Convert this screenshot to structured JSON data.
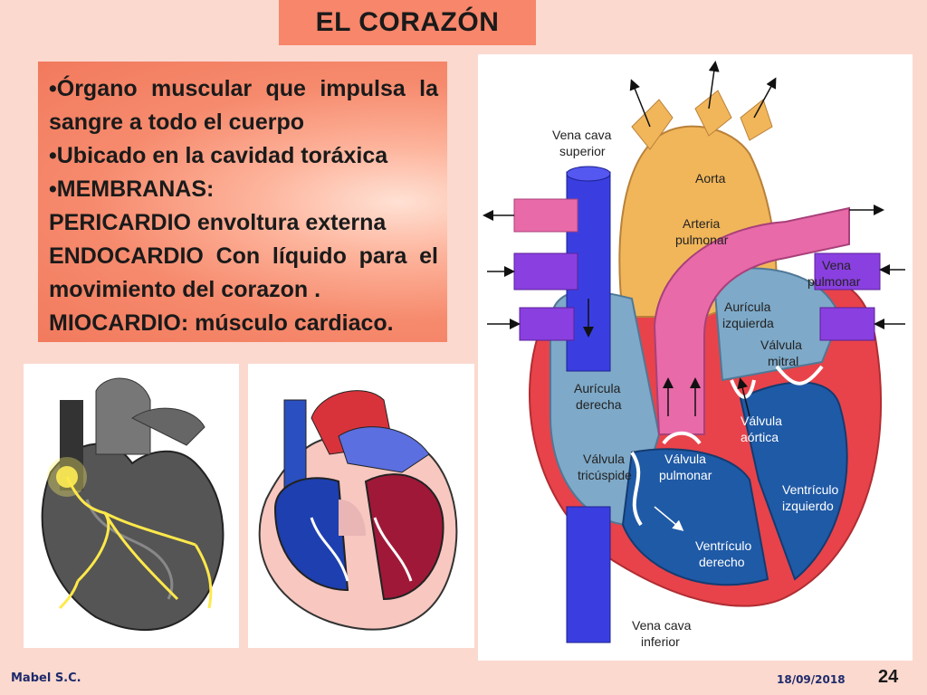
{
  "slide": {
    "title": "EL CORAZÓN",
    "bullets": [
      "•Órgano muscular que impulsa la",
      "sangre a todo el cuerpo",
      "•Ubicado en la cavidad toráxica",
      "•MEMBRANAS:",
      "PERICARDIO envoltura externa",
      "ENDOCARDIO Con  líquido para el",
      "movimiento del corazon .",
      "MIOCARDIO: músculo cardiaco."
    ],
    "footer": {
      "author": "Mabel S.C.",
      "date": "18/09/2018",
      "page": "24"
    }
  },
  "diagram": {
    "labels": {
      "vena_cava_superior_1": "Vena cava",
      "vena_cava_superior_2": "superior",
      "aorta": "Aorta",
      "arteria_pulmonar_1": "Arteria",
      "arteria_pulmonar_2": "pulmonar",
      "vena_pulmonar_1": "Vena",
      "vena_pulmonar_2": "pulmonar",
      "auricula_izquierda_1": "Aurícula",
      "auricula_izquierda_2": "izquierda",
      "valvula_mitral_1": "Válvula",
      "valvula_mitral_2": "mitral",
      "auricula_derecha_1": "Aurícula",
      "auricula_derecha_2": "derecha",
      "valvula_aortica_1": "Válvula",
      "valvula_aortica_2": "aórtica",
      "valvula_tricuspide_1": "Válvula",
      "valvula_tricuspide_2": "tricúspide",
      "valvula_pulmonar_1": "Válvula",
      "valvula_pulmonar_2": "pulmonar",
      "ventriculo_izquierdo_1": "Ventrículo",
      "ventriculo_izquierdo_2": "izquierdo",
      "ventriculo_derecho_1": "Ventrículo",
      "ventriculo_derecho_2": "derecho",
      "vena_cava_inferior_1": "Vena cava",
      "vena_cava_inferior_2": "inferior"
    }
  },
  "colors": {
    "background": "#fbd9cf",
    "title_box": "#f7866b",
    "aorta": "#f1b65a",
    "vena_cava": "#3a3ee0",
    "pulmonary_artery": "#e86aa8",
    "pulmonary_vein": "#8a3fe0",
    "atrium": "#7ea9c8",
    "ventricle": "#1f5aa6",
    "myocardium": "#e8434a"
  }
}
